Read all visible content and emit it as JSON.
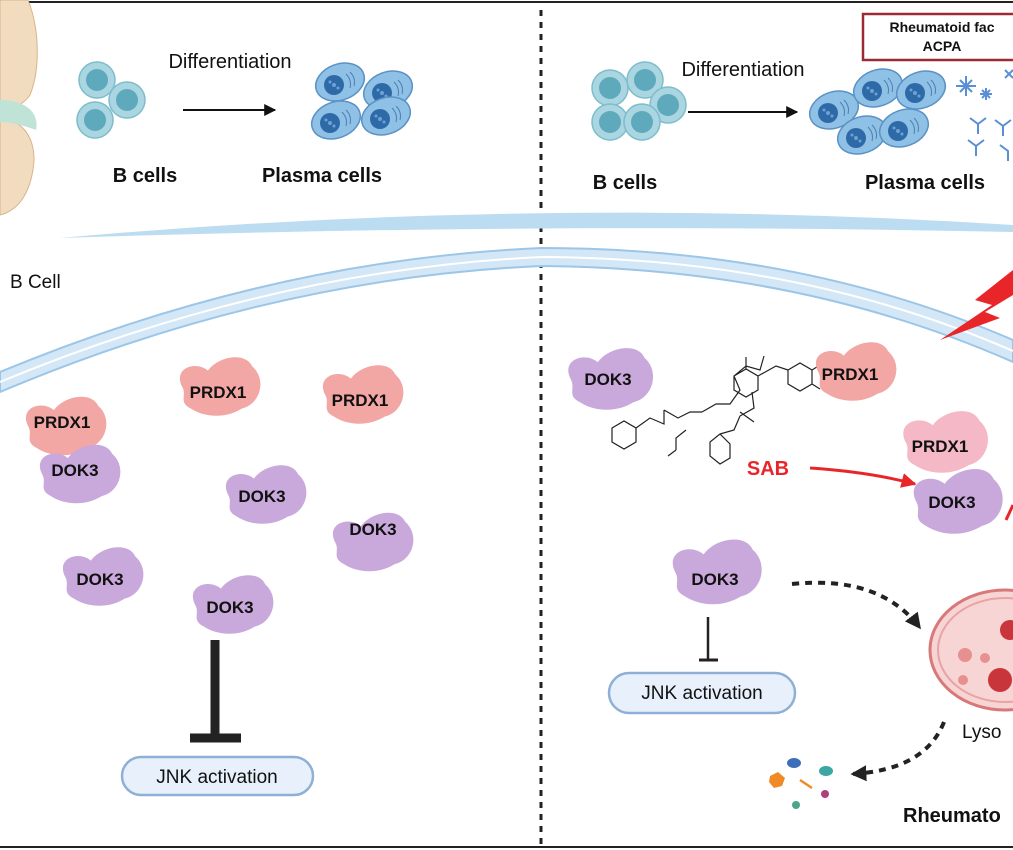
{
  "left_panel": {
    "differentiation_label": "Differentiation",
    "b_cells_label": "B cells",
    "plasma_cells_label": "Plasma cells",
    "b_cell_label": "B Cell",
    "proteins": {
      "prdx1": [
        "PRDX1",
        "PRDX1",
        "PRDX1"
      ],
      "dok3": [
        "DOK3",
        "DOK3",
        "DOK3",
        "DOK3",
        "DOK3"
      ]
    },
    "jnk_label": "JNK activation"
  },
  "right_panel": {
    "differentiation_label": "Differentiation",
    "b_cells_label": "B cells",
    "plasma_cells_label": "Plasma cells",
    "autoantibody_box": {
      "line1": "Rheumatoid fac",
      "line2": "ACPA"
    },
    "proteins": {
      "dok3_top": "DOK3",
      "prdx1_top": "PRDX1",
      "prdx1_complex": "PRDX1",
      "dok3_complex": "DOK3",
      "dok3_free": "DOK3"
    },
    "drug_label": "SAB",
    "jnk_label": "JNK activation",
    "lysosome_label": "Lyso",
    "bottom_label": "Rheumato"
  },
  "colors": {
    "prdx1": "#f0a0a0",
    "dok3": "#c9a8dc",
    "membrane": "#bcdcf2",
    "jnk_box_fill": "#e8f1fb",
    "jnk_box_stroke": "#8fb0d6",
    "sab_red": "#e8262a",
    "box_border": "#9b2a35",
    "cell": "#9fd1dc",
    "plasma_cell": "#7fb3e0"
  }
}
